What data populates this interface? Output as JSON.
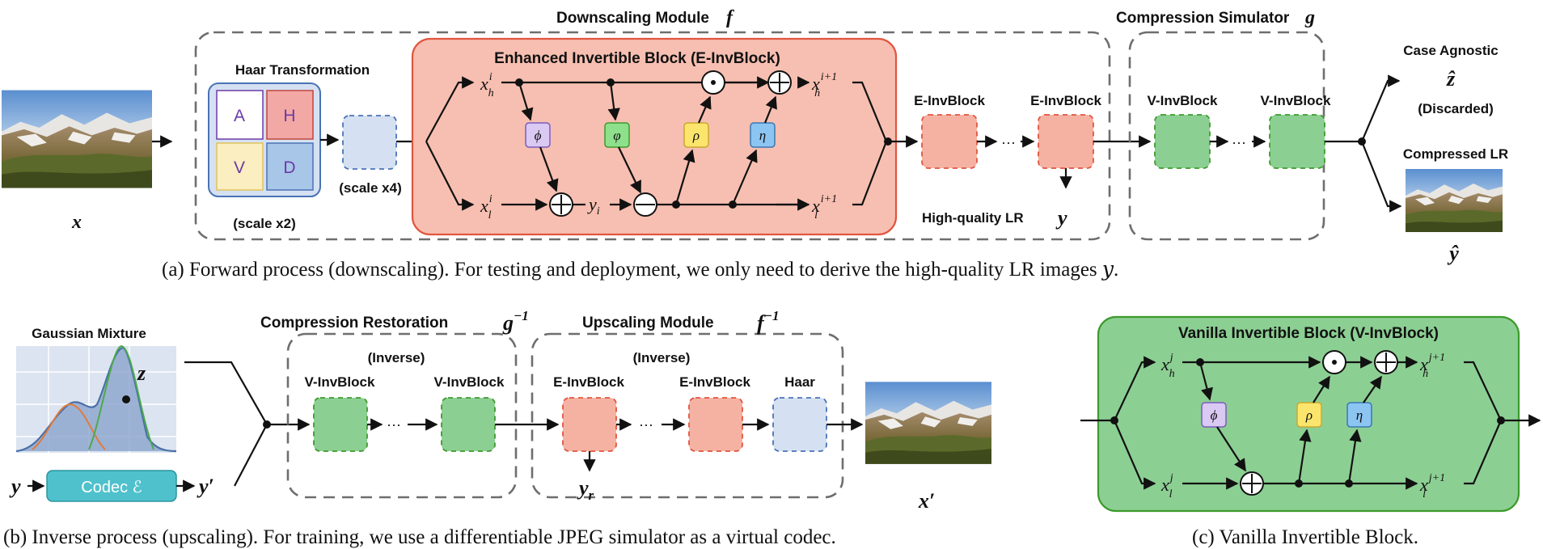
{
  "forward": {
    "downscaling_title": "Downscaling Module",
    "downscaling_symbol": "f",
    "compression_sim_title": "Compression Simulator",
    "compression_sim_symbol": "g",
    "haar_title": "Haar Transformation",
    "haar_cells": [
      "A",
      "H",
      "V",
      "D"
    ],
    "haar_scale": "(scale x2)",
    "scale_x4": "(scale x4)",
    "einv_title": "Enhanced Invertible Block (E-InvBlock)",
    "einv_label": "E-InvBlock",
    "vinv_label": "V-InvBlock",
    "ellipsis": "···",
    "hq_lr_label": "High-quality LR",
    "hq_lr_symbol": "y",
    "input_symbol": "x",
    "case_agnostic": "Case Agnostic",
    "z_hat": "ẑ",
    "discarded": "(Discarded)",
    "compressed_lr": "Compressed LR",
    "y_hat": "ŷ",
    "ops": {
      "phi": "ϕ",
      "varphi": "φ",
      "rho": "ρ",
      "eta": "η",
      "dot": "⊙",
      "plus": "⊕",
      "minus": "⊖"
    },
    "vars": {
      "xh_i": "x",
      "xl_i": "x",
      "yi": "y",
      "sub_h": "h",
      "sub_l": "l",
      "sub_i": "i",
      "sup_i": "i",
      "sup_i1": "i+1"
    }
  },
  "inverse": {
    "gaussian_title": "Gaussian Mixture",
    "z_symbol": "z",
    "y_symbol": "y",
    "y_prime": "y′",
    "codec_label": "Codec ℰ",
    "comp_restore_title": "Compression Restoration",
    "comp_restore_symbol": "g",
    "inv_sup": "−1",
    "upscaling_title": "Upscaling Module",
    "upscaling_symbol": "f",
    "inverse_label": "(Inverse)",
    "vinv_label": "V-InvBlock",
    "einv_label": "E-InvBlock",
    "haar_label": "Haar",
    "yr_symbol": "y",
    "yr_sub": "r",
    "x_prime": "x′",
    "ellipsis": "···"
  },
  "vanilla": {
    "title": "Vanilla Invertible Block (V-InvBlock)",
    "ops": {
      "phi": "ϕ",
      "rho": "ρ",
      "eta": "η",
      "dot": "⊙",
      "plus": "⊕"
    },
    "vars": {
      "x": "x",
      "sub_h": "h",
      "sub_l": "l",
      "sup_j": "j",
      "sup_j1": "j+1"
    }
  },
  "captions": {
    "a": "(a) Forward process (downscaling). For testing and deployment, we only need to derive the high-quality LR images 𝑦.",
    "b": "(b) Inverse process (upscaling). For training, we use a differentiable JPEG simulator as a virtual codec.",
    "c": "(c) Vanilla Invertible Block."
  },
  "colors": {
    "pink_fill": "#f5b2a3",
    "pink_stroke": "#e1553f",
    "green_fill": "#8ccf93",
    "green_stroke": "#3d9b2c",
    "haar_fill": "#d5e1f2",
    "haar_stroke": "#4a73b5",
    "phi_fill": "#d9c9f3",
    "varphi_fill": "#8fe08c",
    "rho_fill": "#fbe56c",
    "eta_fill": "#8cc4f2",
    "codec_fill": "#4fc1cc"
  },
  "icons": [
    "mountain-landscape-image",
    "gaussian-mixture-plot"
  ]
}
